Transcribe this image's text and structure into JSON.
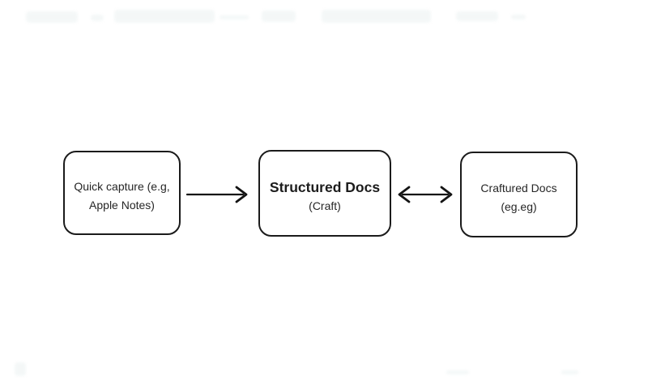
{
  "diagram": {
    "nodes": [
      {
        "id": "quick-capture",
        "lines": [
          "Quick capture (e.g,",
          "Apple Notes)"
        ],
        "emphasis": "normal"
      },
      {
        "id": "structured-docs",
        "lines": [
          "Structured Docs",
          "(Craft)"
        ],
        "emphasis": "bold-title"
      },
      {
        "id": "crafted-docs",
        "lines": [
          "Craftured Docs",
          "(eg.eg)"
        ],
        "emphasis": "normal"
      }
    ],
    "connectors": [
      {
        "from": "quick-capture",
        "to": "structured-docs",
        "direction": "right"
      },
      {
        "from": "structured-docs",
        "to": "crafted-docs",
        "direction": "both"
      }
    ],
    "colors": {
      "background": "#ffffff",
      "node_border": "#1b1b1b",
      "node_text": "#262626",
      "arrow": "#141414",
      "ghost_artifact": "#f3f7f7"
    }
  }
}
